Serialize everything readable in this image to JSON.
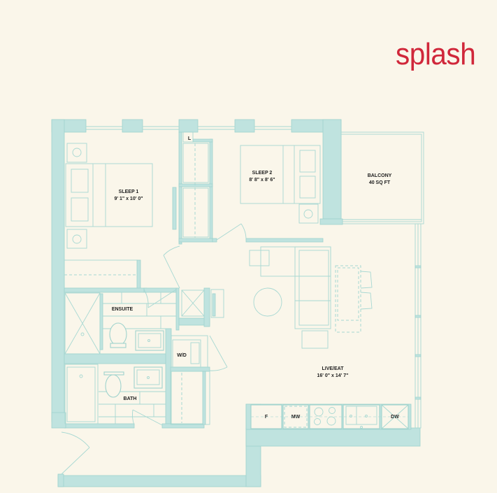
{
  "brand": {
    "logo_text": "splash",
    "color": "#d0273a"
  },
  "colors": {
    "background": "#faf6ea",
    "wall": "#bfe3df",
    "line": "#9fd3cd",
    "label": "#1e1e1e"
  },
  "rooms": {
    "sleep1": {
      "name": "SLEEP 1",
      "dims": "9' 1\" x 10' 0\""
    },
    "sleep2": {
      "name": "SLEEP 2",
      "dims": "8' 8\" x 8' 6\""
    },
    "balcony": {
      "name": "BALCONY",
      "dims": "40 SQ FT"
    },
    "ensuite": {
      "name": "ENSUITE"
    },
    "bath": {
      "name": "BATH"
    },
    "wd": {
      "name": "W/D"
    },
    "live_eat": {
      "name": "LIVE/EAT",
      "dims": "16' 0\" x 14' 7\""
    },
    "linen": {
      "name": "L"
    }
  },
  "kitchen": {
    "appliances": [
      {
        "code": "F",
        "label": "F"
      },
      {
        "code": "MW",
        "label": "MW"
      },
      {
        "code": "COOKTOP",
        "label": ""
      },
      {
        "code": "SINK",
        "label": ""
      },
      {
        "code": "DW",
        "label": "DW"
      }
    ]
  }
}
